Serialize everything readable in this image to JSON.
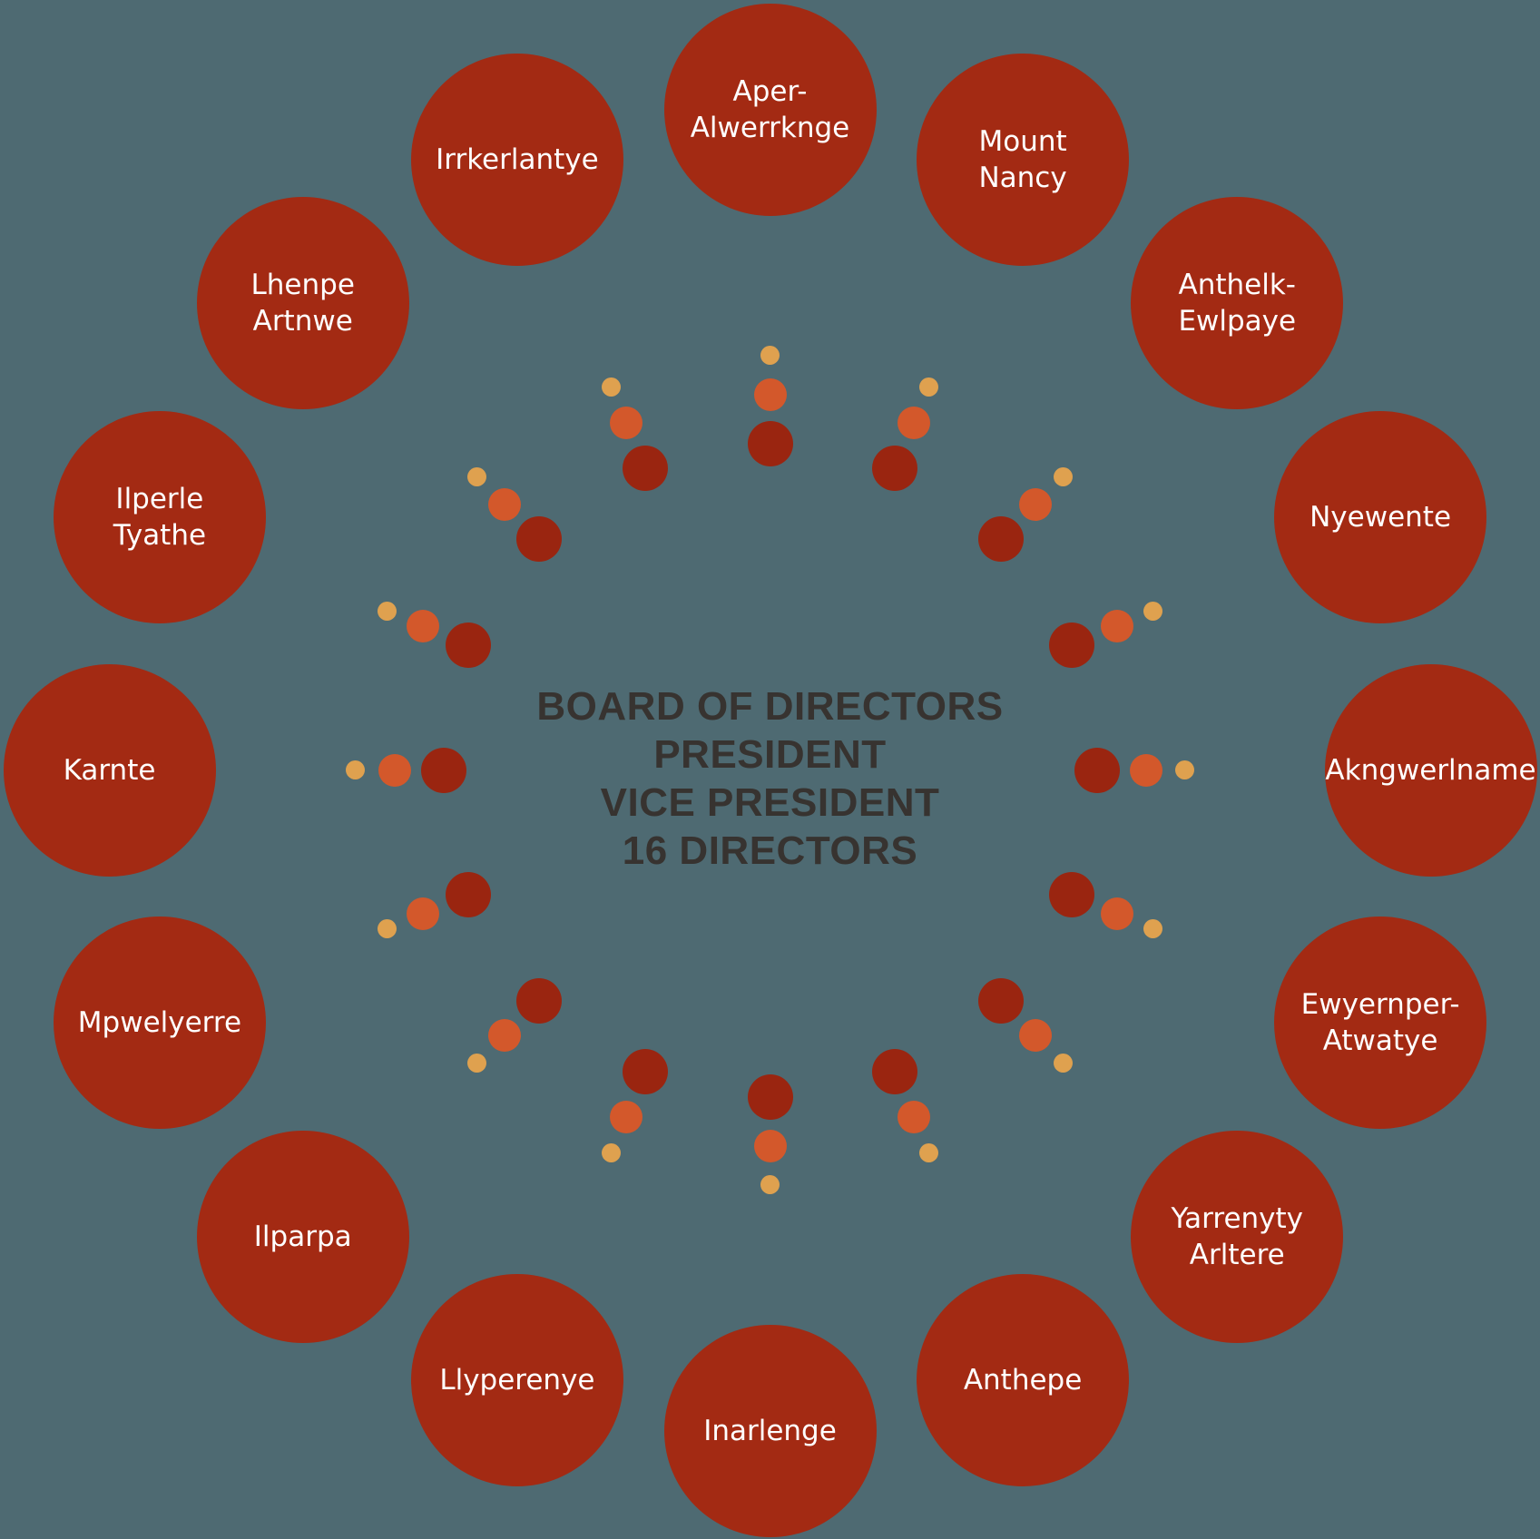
{
  "background_color": "#4e6a72",
  "center": {
    "text_color": "#373330",
    "lines": [
      "BOARD OF DIRECTORS",
      "PRESIDENT",
      "VICE PRESIDENT",
      "16 DIRECTORS"
    ]
  },
  "ring": {
    "circle_color": "#a32a13",
    "label_color": "#ffffff",
    "communities": [
      {
        "name": "Aper-Alwerrknge",
        "label": "Aper-\nAlwerrknge"
      },
      {
        "name": "Mount Nancy",
        "label": "Mount\nNancy"
      },
      {
        "name": "Anthelk-Ewlpaye",
        "label": "Anthelk-\nEwlpaye"
      },
      {
        "name": "Nyewente",
        "label": "Nyewente"
      },
      {
        "name": "Akngwerlname",
        "label": "Akngwerlname"
      },
      {
        "name": "Ewyernper-Atwatye",
        "label": "Ewyernper-\nAtwatye"
      },
      {
        "name": "Yarrenyty Arltere",
        "label": "Yarrenyty\nArltere"
      },
      {
        "name": "Anthepe",
        "label": "Anthepe"
      },
      {
        "name": "Inarlenge",
        "label": "Inarlenge"
      },
      {
        "name": "Llyperenye",
        "label": "Llyperenye"
      },
      {
        "name": "Ilparpa",
        "label": "Ilparpa"
      },
      {
        "name": "Mpwelyerre",
        "label": "Mpwelyerre"
      },
      {
        "name": "Karnte",
        "label": "Karnte"
      },
      {
        "name": "Ilperle Tyathe",
        "label": "Ilperle\nTyathe"
      },
      {
        "name": "Lhenpe Artnwe",
        "label": "Lhenpe\nArtnwe"
      },
      {
        "name": "Irrkerlantye",
        "label": "Irrkerlantye"
      }
    ]
  },
  "spokes": {
    "count": 16,
    "dot_colors": {
      "inner": "#9a2510",
      "middle": "#d3582b",
      "outer": "#dfa14f"
    }
  }
}
